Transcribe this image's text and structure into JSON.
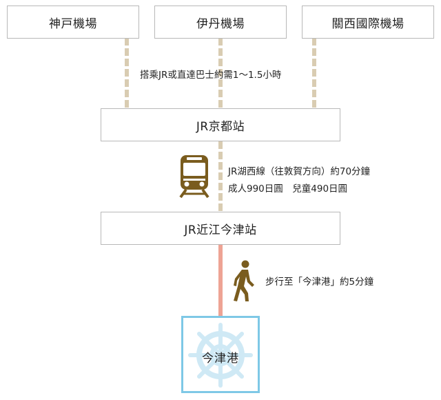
{
  "airports": [
    {
      "label": "神戸機場"
    },
    {
      "label": "伊丹機場"
    },
    {
      "label": "關西國際機場"
    }
  ],
  "leg1": {
    "note": "搭乘JR或直達巴士約需1～1.5小時"
  },
  "station_kyoto": {
    "label": "JR京都站"
  },
  "leg2": {
    "note_line1": "JR湖西線（往敦賀方向）約70分鐘",
    "note_line2": "成人990日圓　兒童490日圓",
    "icon": "train-icon"
  },
  "station_omiimazu": {
    "label": "JR近江今津站"
  },
  "leg3": {
    "note": "步行至「今津港」約5分鐘",
    "icon": "walking-person-icon"
  },
  "port": {
    "label": "今津港",
    "icon": "ship-wheel-icon"
  },
  "colors": {
    "border": "#b8b8b8",
    "route_dashed": "#d9ccb2",
    "route_walk": "#eea394",
    "icon_brown": "#7a5c1e",
    "port_border": "#7ec8e6",
    "port_wheel": "#cfe9f5"
  }
}
